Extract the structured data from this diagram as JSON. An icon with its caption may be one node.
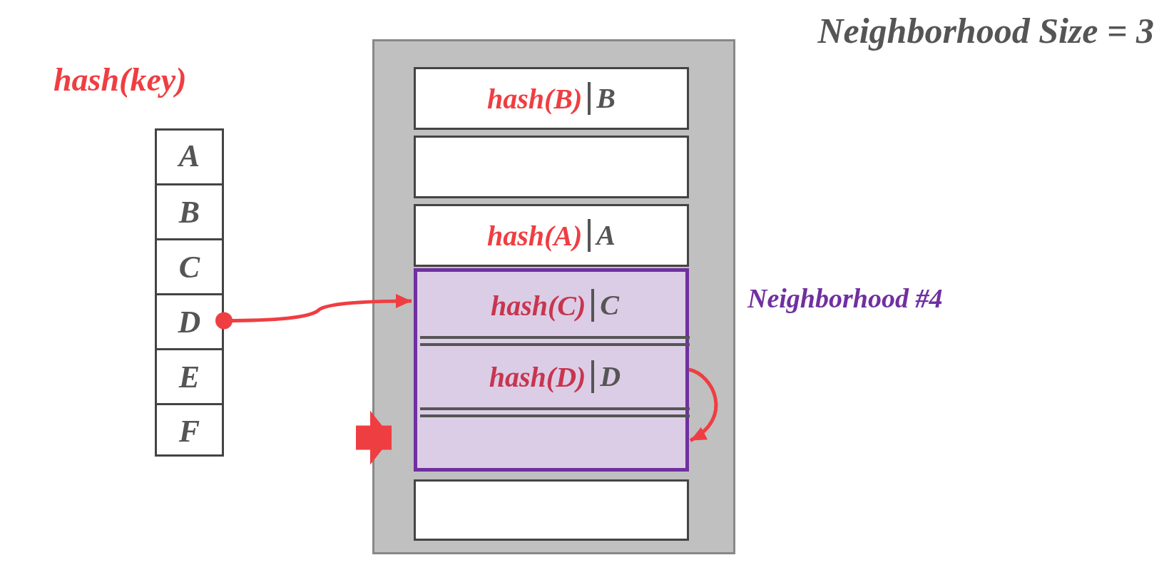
{
  "diagram": {
    "nodes": [
      {
        "text": [
          "hash(key)"
        ]
      },
      {
        "text": [
          "A"
        ],
        "in": 0
      },
      {
        "text": [
          "B"
        ],
        "in": 0
      },
      {
        "text": [
          "C"
        ],
        "in": 0
      },
      {
        "text": [
          "D"
        ],
        "in": 0
      },
      {
        "text": [
          "E"
        ],
        "in": 0
      },
      {
        "text": [
          "F"
        ],
        "in": 0
      },
      {
        "text": [],
        "shape": "box"
      },
      {
        "text": [
          "hash(B)",
          "B"
        ],
        "in": 7
      },
      {
        "text": [],
        "shape": "box",
        "in": 7
      },
      {
        "text": [
          "hash(A)",
          "A"
        ],
        "in": 7
      },
      {
        "text": [],
        "shape": "box",
        "beside": [
          "Neighborhood #4"
        ],
        "in": 7
      },
      {
        "text": [
          "hash(C)",
          "C"
        ],
        "in": 11
      },
      {
        "text": [
          "hash(D)",
          "D"
        ],
        "in": 11
      },
      {
        "text": [],
        "shape": "box",
        "in": 11
      },
      {
        "text": [],
        "shape": "box",
        "in": 7
      }
    ],
    "edges": [
      {
        "from": 4,
        "to": 12,
        "arrow": "to"
      },
      {
        "from": 13,
        "to": 14,
        "arrow": "to"
      },
      {
        "from": null,
        "to": 14,
        "arrow": "to",
        "style": "thick"
      }
    ],
    "labels": [
      "Neighborhood Size = 3"
    ]
  }
}
